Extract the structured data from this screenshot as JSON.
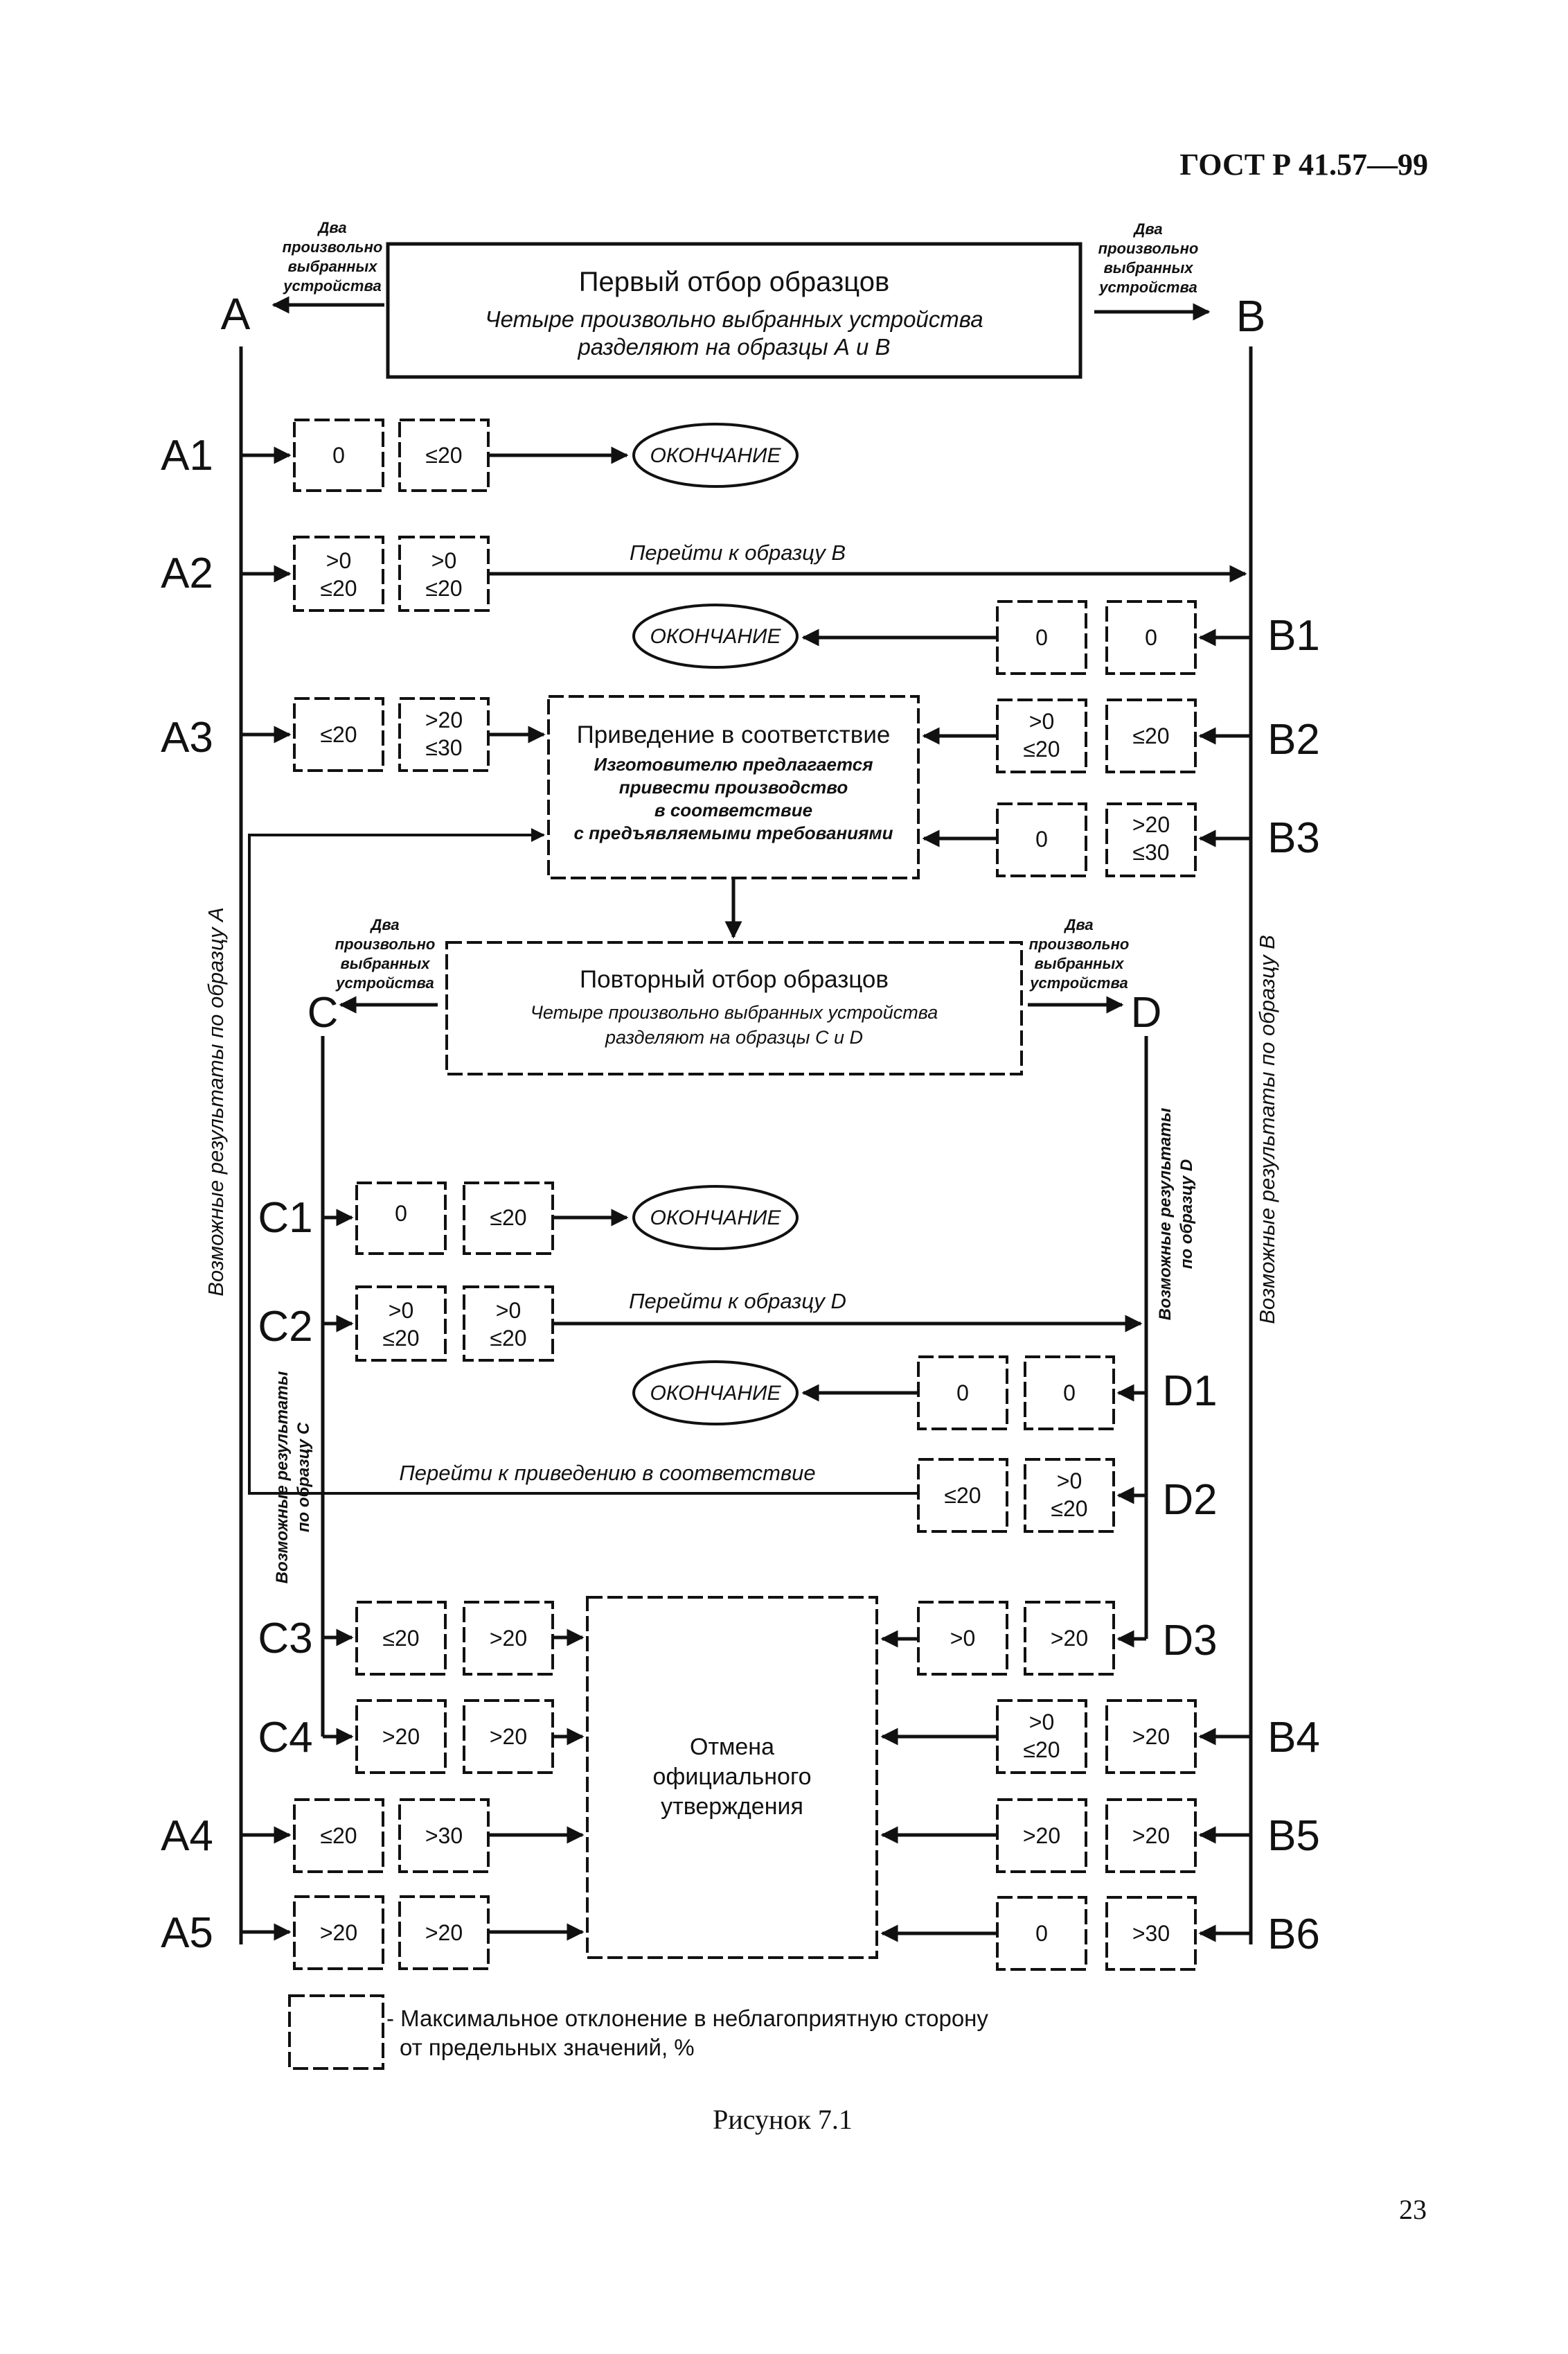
{
  "header": {
    "doc_code": "ГОСТ Р 41.57—99"
  },
  "side_note": {
    "line1": "Два",
    "line2": "произвольно",
    "line3": "выбранных",
    "line4": "устройства"
  },
  "first_sampling": {
    "title": "Первый отбор образцов",
    "line1": "Четыре произвольно выбранных устройства",
    "line2": "разделяют на образцы А и В"
  },
  "second_sampling": {
    "title": "Повторный отбор образцов",
    "line1": "Четыре произвольно выбранных устройства",
    "line2": "разделяют на образцы С и D"
  },
  "samples": {
    "a": "А",
    "b": "В",
    "c": "С",
    "d": "D"
  },
  "rows": {
    "a1": {
      "label": "А1",
      "v1": "0",
      "v2": "≤20"
    },
    "a2": {
      "label": "А2",
      "v1a": ">0",
      "v1b": "≤20",
      "v2a": ">0",
      "v2b": "≤20"
    },
    "a3": {
      "label": "А3",
      "v1": "≤20",
      "v2a": ">20",
      "v2b": "≤30"
    },
    "a4": {
      "label": "А4",
      "v1": "≤20",
      "v2": ">30"
    },
    "a5": {
      "label": "А5",
      "v1": ">20",
      "v2": ">20"
    },
    "b1": {
      "label": "В1",
      "v1": "0",
      "v2": "0"
    },
    "b2": {
      "label": "В2",
      "v1a": ">0",
      "v1b": "≤20",
      "v2": "≤20"
    },
    "b3": {
      "label": "В3",
      "v1": "0",
      "v2a": ">20",
      "v2b": "≤30"
    },
    "b4": {
      "label": "В4",
      "v1a": ">0",
      "v1b": "≤20",
      "v2": ">20"
    },
    "b5": {
      "label": "В5",
      "v1": ">20",
      "v2": ">20"
    },
    "b6": {
      "label": "В6",
      "v1": "0",
      "v2": ">30"
    },
    "c1": {
      "label": "С1",
      "v1": "0",
      "v2": "≤20"
    },
    "c2": {
      "label": "С2",
      "v1a": ">0",
      "v1b": "≤20",
      "v2a": ">0",
      "v2b": "≤20"
    },
    "c3": {
      "label": "С3",
      "v1": "≤20",
      "v2": ">20"
    },
    "c4": {
      "label": "С4",
      "v1": ">20",
      "v2": ">20"
    },
    "d1": {
      "label": "D1",
      "v1": "0",
      "v2": "0"
    },
    "d2": {
      "label": "D2",
      "v1": "≤20",
      "v2a": ">0",
      "v2b": "≤20"
    },
    "d3": {
      "label": "D3",
      "v1": ">0",
      "v2": ">20"
    }
  },
  "end_label": "ОКОНЧАНИЕ",
  "goto_b": "Перейти к образцу В",
  "goto_d": "Перейти к образцу D",
  "goto_conformity": "Перейти к приведению в соответствие",
  "conformity": {
    "title": "Приведение в соответствие",
    "line1": "Изготовителю предлагается",
    "line2": "привести производство",
    "line3": "в соответствие",
    "line4": "с предъявляемыми требованиями"
  },
  "withdrawal": {
    "line1": "Отмена",
    "line2": "официального",
    "line3": "утверждения"
  },
  "vertical_labels": {
    "a": "Возможные результаты по образцу А",
    "b": "Возможные результаты по образцу В",
    "c1": "Возможные результаты",
    "c2": "по образцу С",
    "d1": "Возможные результаты",
    "d2": "по образцу D"
  },
  "legend": {
    "line1": "- Максимальное отклонение в неблагоприятную сторону",
    "line2": "от предельных значений, %"
  },
  "caption": "Рисунок 7.1",
  "page_number": "23"
}
